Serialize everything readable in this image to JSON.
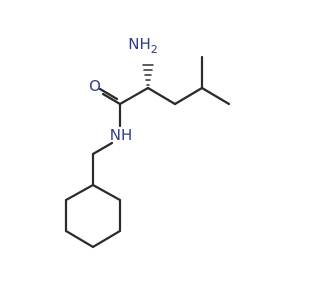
{
  "molecule": {
    "labels": {
      "amino": "NH2",
      "amino_main": "NH",
      "amino_sub": "2",
      "carbonyl_oxygen": "O",
      "amide_nitrogen": "NH"
    },
    "colors": {
      "bond": "#2b2b2b",
      "heteroatom": "#2e3d8f",
      "background": "#ffffff"
    }
  }
}
